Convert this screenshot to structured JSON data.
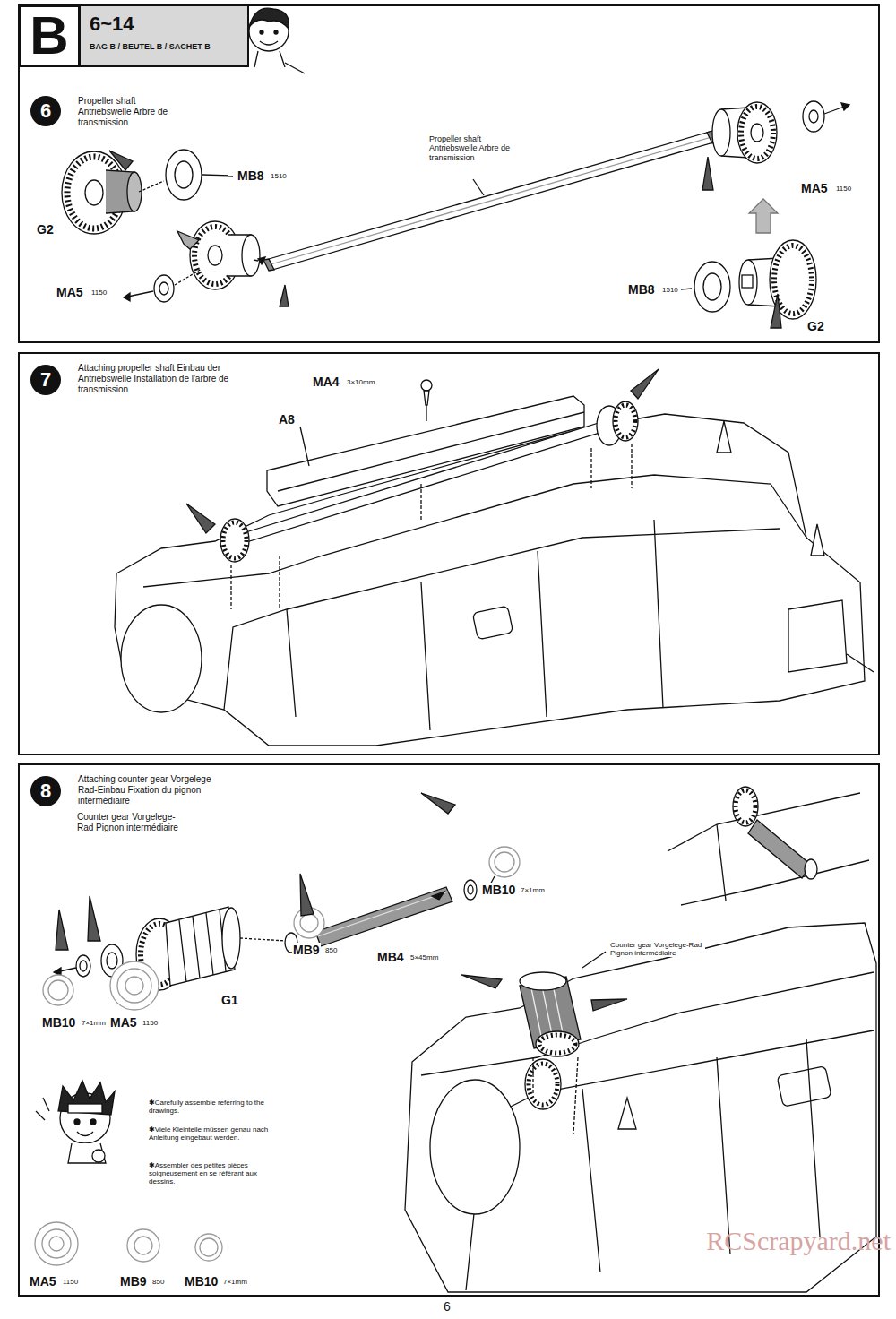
{
  "diagram": {
    "nodes": [
      {
        "text": [
          "B"
        ]
      },
      {
        "text": [
          "6~14",
          "BAG B / BEUTEL B / SACHET B"
        ]
      },
      {
        "text": [
          "Propeller shaft Antriebswelle Arbre de transmission"
        ]
      },
      {
        "text": [
          "6"
        ],
        "in": 2
      },
      {
        "text": [
          "Attaching propeller shaft Einbau der Antriebswelle Installation de l'arbre de transmission"
        ]
      },
      {
        "text": [
          "7"
        ],
        "in": 4
      },
      {
        "text": [
          "Attaching counter gear Vorgelege-Rad-Einbau Fixation du pignon intermédiaire"
        ]
      },
      {
        "text": [
          "8"
        ],
        "in": 6
      }
    ],
    "edges": [],
    "labels": [
      "MB8",
      "1510",
      "G2",
      "MA5",
      "1150",
      "Propeller shaft Antriebswelle Arbre de transmission",
      "MA5",
      "1150",
      "MB8",
      "1510",
      "G2",
      "MA4",
      "3×10mm",
      "A8",
      "Counter gear Vorgelege-Rad Pignon intermédiaire",
      "MB10",
      "7×1mm",
      "MB4",
      "5×45mm",
      "MB9",
      "850",
      "G1",
      "MB10",
      "7×1mm",
      "MA5",
      "1150",
      "Counter gear Vorgelege-Rad Pignon intermédiaire",
      "✱Carefully assemble referring to the drawings.",
      "✱Viele Kleinteile müssen genau nach Anleitung eingebaut werden.",
      "✱Assembler des petites pièces soigneusement en se référant aux dessins.",
      "MA5",
      "1150",
      "MB9",
      "850",
      "MB10",
      "7×1mm",
      "6",
      "RCScrapyard.net"
    ]
  }
}
